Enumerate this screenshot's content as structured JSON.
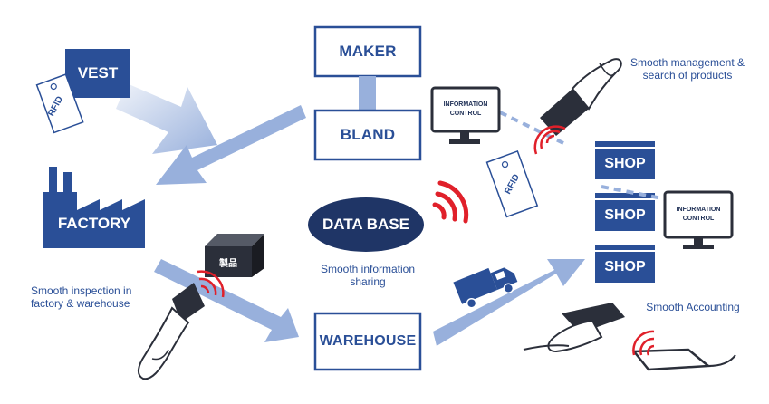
{
  "nodes": {
    "maker": "MAKER",
    "bland": "BLAND",
    "vest": "VEST",
    "factory": "FACTORY",
    "database": "DATA BASE",
    "warehouse": "WAREHOUSE",
    "shops": [
      "SHOP",
      "SHOP",
      "SHOP"
    ]
  },
  "monitors": {
    "top": "INFORMATION CONTROL",
    "right": "INFORMATION CONTROL"
  },
  "tags": {
    "vest_tag": "RFID",
    "middle_tag": "RFID"
  },
  "product_box": "製品",
  "captions": {
    "management": "Smooth management & search of products",
    "sharing": "Smooth information sharing",
    "inspection": "Smooth inspection in factory & warehouse",
    "accounting": "Smooth Accounting"
  },
  "colors": {
    "primary": "#2a4f97",
    "arrow": "#98b0dc",
    "signal": "#e0202a",
    "dark": "#2b2f3a"
  }
}
